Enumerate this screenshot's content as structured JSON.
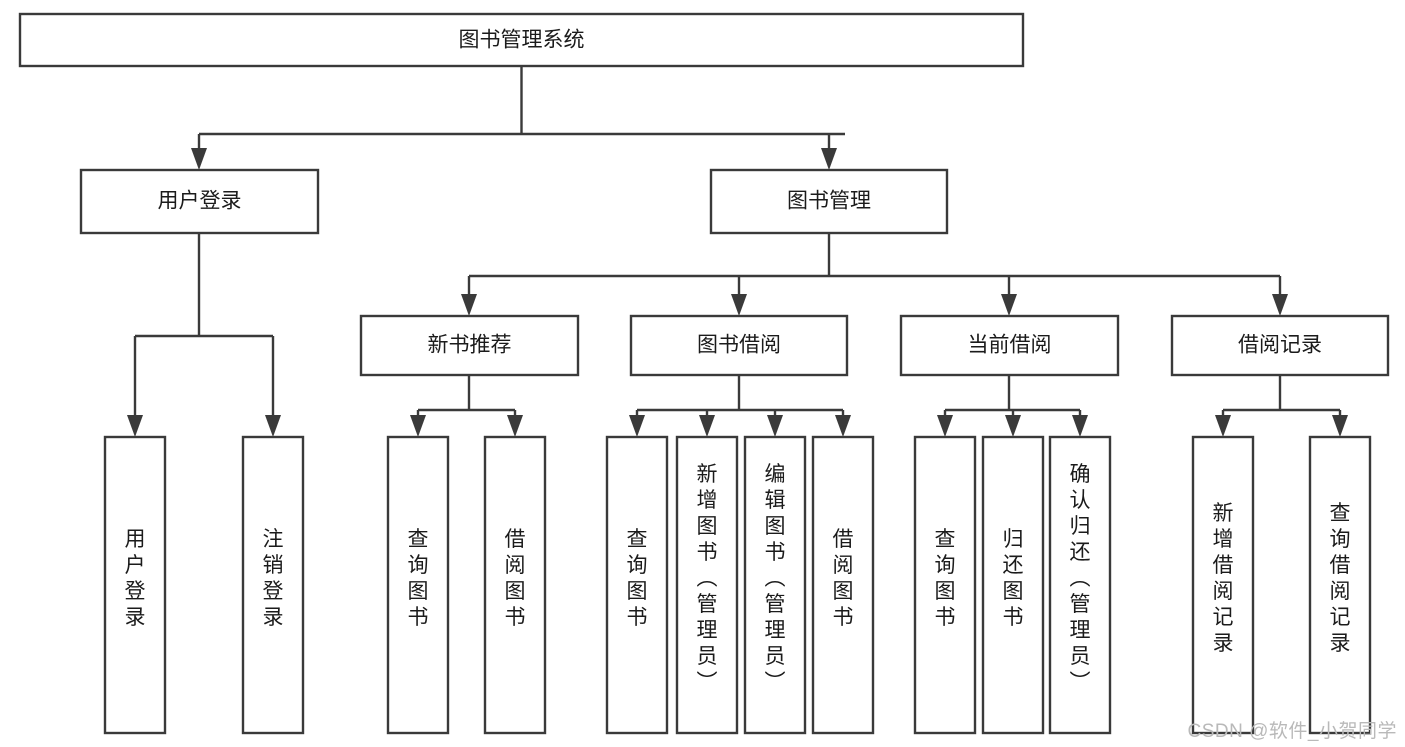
{
  "diagram": {
    "type": "tree-hierarchy-flowchart",
    "title": "图书管理系统",
    "root": {
      "id": "root",
      "label": "图书管理系统",
      "orientation": "horizontal"
    },
    "level2": [
      {
        "id": "user-login",
        "label": "用户登录",
        "orientation": "horizontal"
      },
      {
        "id": "book-manage",
        "label": "图书管理",
        "orientation": "horizontal"
      }
    ],
    "level3": [
      {
        "id": "new-book-recommend",
        "label": "新书推荐",
        "orientation": "horizontal",
        "parent": "book-manage"
      },
      {
        "id": "book-borrow",
        "label": "图书借阅",
        "orientation": "horizontal",
        "parent": "book-manage"
      },
      {
        "id": "current-borrow",
        "label": "当前借阅",
        "orientation": "horizontal",
        "parent": "book-manage"
      },
      {
        "id": "borrow-record",
        "label": "借阅记录",
        "orientation": "horizontal",
        "parent": "book-manage"
      }
    ],
    "leaves": [
      {
        "id": "leaf-user-login",
        "label": "用户登录",
        "orientation": "vertical",
        "parent": "user-login"
      },
      {
        "id": "leaf-user-logout",
        "label": "注销登录",
        "orientation": "vertical",
        "parent": "user-login"
      },
      {
        "id": "leaf-query-book-1",
        "label": "查询图书",
        "orientation": "vertical",
        "parent": "new-book-recommend"
      },
      {
        "id": "leaf-borrow-book-1",
        "label": "借阅图书",
        "orientation": "vertical",
        "parent": "new-book-recommend"
      },
      {
        "id": "leaf-query-book-2",
        "label": "查询图书",
        "orientation": "vertical",
        "parent": "book-borrow"
      },
      {
        "id": "leaf-add-book",
        "label": "新增图书（管理员）",
        "orientation": "vertical",
        "parent": "book-borrow"
      },
      {
        "id": "leaf-edit-book",
        "label": "编辑图书（管理员）",
        "orientation": "vertical",
        "parent": "book-borrow"
      },
      {
        "id": "leaf-borrow-book-2",
        "label": "借阅图书",
        "orientation": "vertical",
        "parent": "book-borrow"
      },
      {
        "id": "leaf-query-book-3",
        "label": "查询图书",
        "orientation": "vertical",
        "parent": "current-borrow"
      },
      {
        "id": "leaf-return-book",
        "label": "归还图书",
        "orientation": "vertical",
        "parent": "current-borrow"
      },
      {
        "id": "leaf-confirm-return",
        "label": "确认归还（管理员）",
        "orientation": "vertical",
        "parent": "current-borrow"
      },
      {
        "id": "leaf-add-record",
        "label": "新增借阅记录",
        "orientation": "vertical",
        "parent": "borrow-record"
      },
      {
        "id": "leaf-query-record",
        "label": "查询借阅记录",
        "orientation": "vertical",
        "parent": "borrow-record"
      }
    ],
    "colors": {
      "stroke": "#3a3a3a",
      "fill": "#ffffff",
      "text": "#1b1b1b",
      "watermark": "#b9b9b9"
    }
  },
  "watermark": {
    "text": "CSDN @软件_小贺同学"
  }
}
